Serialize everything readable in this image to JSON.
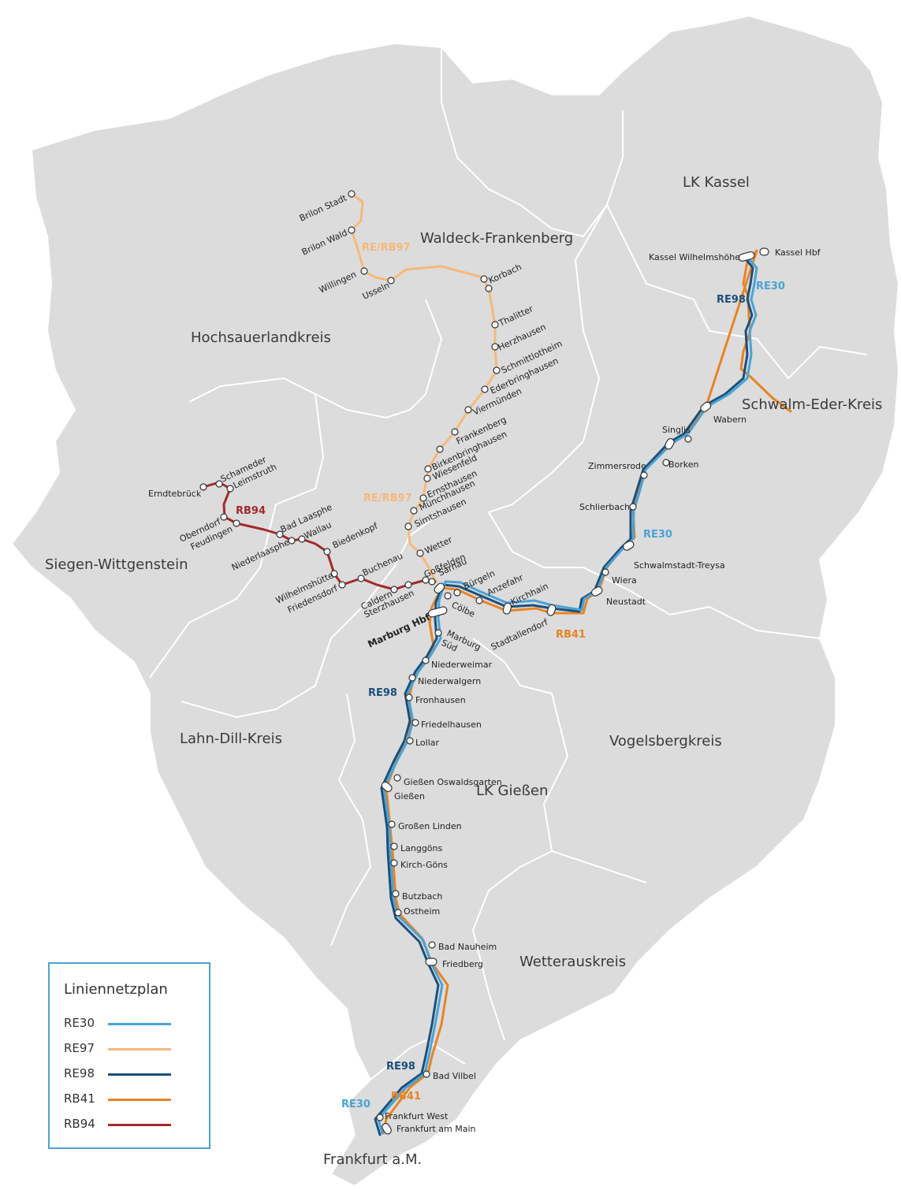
{
  "regions": {
    "kassel": "LK Kassel",
    "waldeck": "Waldeck-Frankenberg",
    "hochsauer": "Hochsauerlandkreis",
    "schwalm": "Schwalm-Eder-Kreis",
    "siegen": "Siegen-Wittgenstein",
    "lahn": "Lahn-Dill-Kreis",
    "vogelsberg": "Vogelsbergkreis",
    "giessen": "LK Gießen",
    "wetterau": "Wetterauskreis",
    "frankfurt": "Frankfurt a.M."
  },
  "line_labels": {
    "re97_a": "RE/RB97",
    "re97_b": "RE/RB97",
    "rb94": "RB94",
    "re30_a": "RE30",
    "re98_a": "RE98",
    "re30_b": "RE30",
    "rb41_a": "RB41",
    "re98_b": "RE98",
    "re98_c": "RE98",
    "rb41_b": "RB41",
    "re30_c": "RE30"
  },
  "stations": {
    "brilon_stadt": "Brilon Stadt",
    "brilon_wald": "Brilon Wald",
    "willingen": "Willingen",
    "usseln": "Usseln",
    "korbach": "Korbach",
    "thalitter": "Thalitter",
    "herzhausen": "Herzhausen",
    "schmittlotheim": "Schmittlotheim",
    "ederbringhausen": "Ederbringhausen",
    "viermuenden": "Viermünden",
    "frankenberg": "Frankenberg",
    "birkenbringhausen": "Birkenbringhausen",
    "wiesenfeld": "Wiesenfeld",
    "ernsthausen": "Ernsthausen",
    "muenchhausen": "Münchhausen",
    "simtshausen": "Simtshausen",
    "wetter": "Wetter",
    "gossfelden": "Goßfelden",
    "sarnau": "Sarnau",
    "erndtebrueck": "Erndtebrück",
    "schameder": "Schameder",
    "leimstruth": "Leimstruth",
    "oberndorf": "Oberndorf",
    "feudingen": "Feudingen",
    "bad_laasphe": "Bad Laasphe",
    "niederlaasphe": "Niederlaasphe",
    "wallau": "Wallau",
    "biedenkopf": "Biedenkopf",
    "wilhelmshuette": "Wilhelmshütte",
    "friedensdorf": "Friedensdorf",
    "buchenau": "Buchenau",
    "caldern": "Caldern",
    "sterzhausen": "Sterzhausen",
    "marburg_hbf": "Marburg Hbf",
    "coelbe": "Cölbe",
    "buergeln": "Bürgeln",
    "anzefahr": "Anzefahr",
    "kirchhain": "Kirchhain",
    "stadtallendorf": "Stadtallendorf",
    "neustadt": "Neustadt",
    "wiera": "Wiera",
    "schwalmstadt": "Schwalmstadt-Treysa",
    "schlierbach": "Schlierbach",
    "zimmersrode": "Zimmersrode",
    "borken": "Borken",
    "singlis": "Singlis",
    "wabern": "Wabern",
    "kassel_wilhelmshoehe": "Kassel Wilhelmshöhe",
    "kassel_hbf": "Kassel Hbf",
    "marburg_sued_1": "Marburg",
    "marburg_sued_2": "Süd",
    "niederweimar": "Niederweimar",
    "niederwalgern": "Niederwalgern",
    "fronhausen": "Fronhausen",
    "friedelhausen": "Friedelhausen",
    "lollar": "Lollar",
    "giessen_oswaldsgarten": "Gießen Oswaldsgarten",
    "giessen": "Gießen",
    "grossen_linden": "Großen Linden",
    "langgoens": "Langgöns",
    "kirch_goens": "Kirch-Göns",
    "butzbach": "Butzbach",
    "ostheim": "Ostheim",
    "bad_nauheim": "Bad Nauheim",
    "friedberg": "Friedberg",
    "bad_vilbel": "Bad Vilbel",
    "frankfurt_west": "Frankfurt West",
    "frankfurt_main": "Frankfurt am Main"
  },
  "legend": {
    "title": "Liniennetzplan",
    "items": [
      {
        "name": "RE30",
        "color": "#4aa3d4"
      },
      {
        "name": "RE97",
        "color": "#f5b97a"
      },
      {
        "name": "RE98",
        "color": "#1c4f7c"
      },
      {
        "name": "RB41",
        "color": "#e88424"
      },
      {
        "name": "RB94",
        "color": "#a32a2a"
      }
    ]
  },
  "colors": {
    "re30": "#4aa3d4",
    "re97": "#f5b97a",
    "re98": "#1c4f7c",
    "rb41": "#e88424",
    "rb94": "#a32a2a",
    "land": "#dcdcdc"
  }
}
